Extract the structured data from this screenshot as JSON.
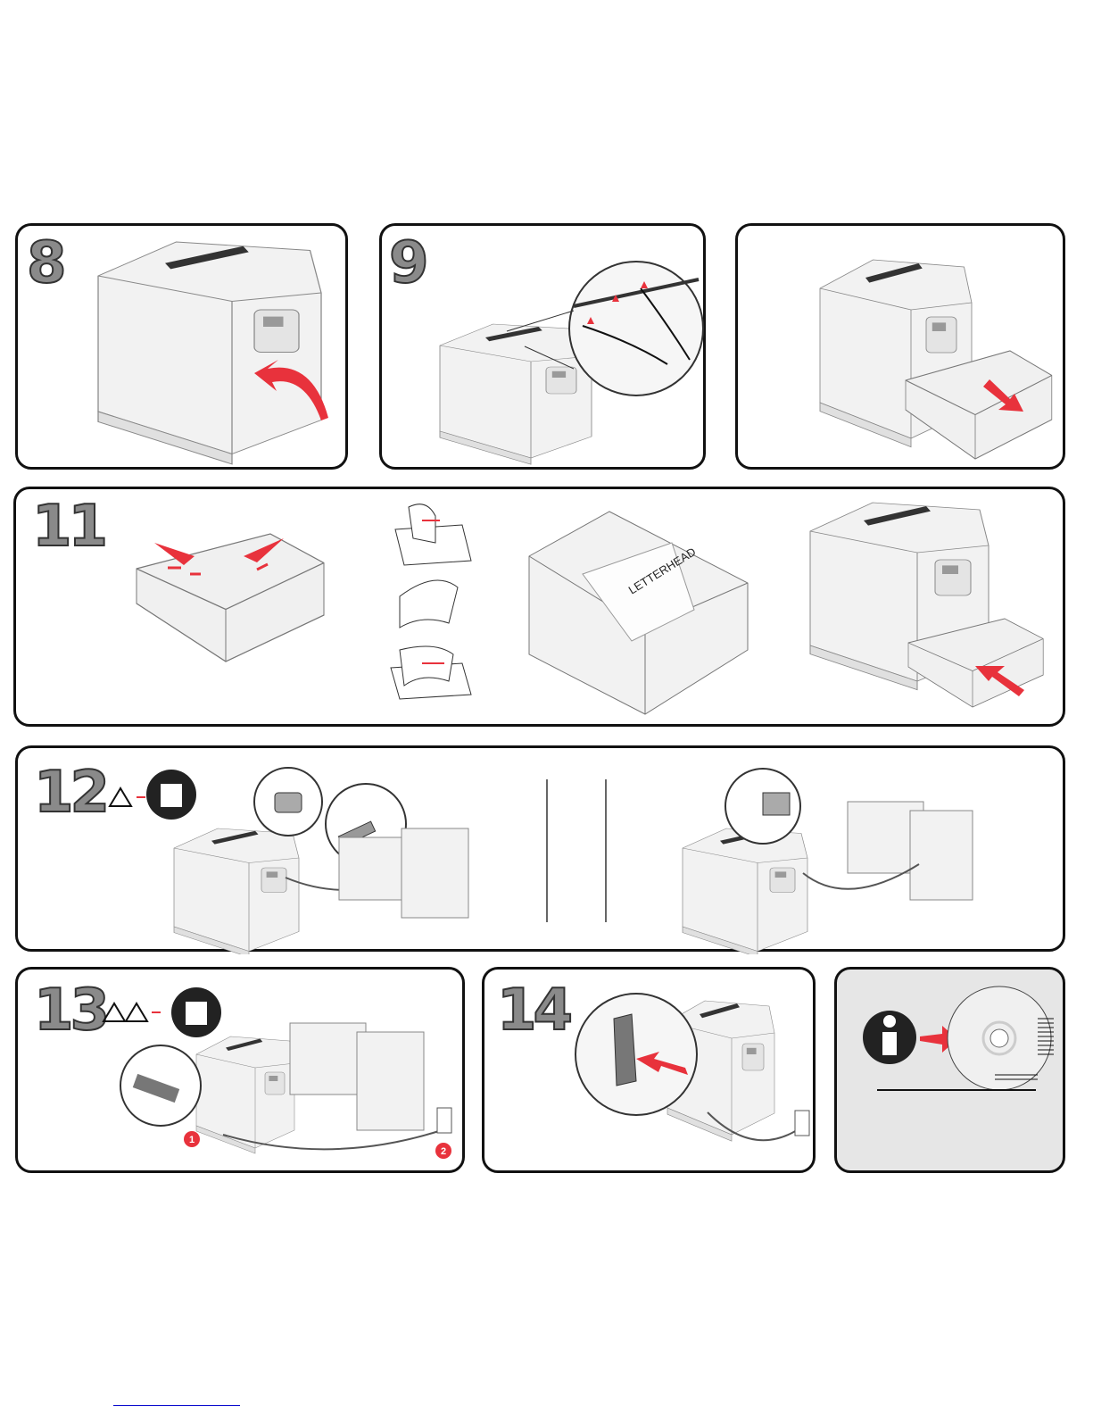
{
  "steps": {
    "s8": "8",
    "s9": "9",
    "s11": "11",
    "s12": "12",
    "s13": "13",
    "s14": "14"
  },
  "labels": {
    "letterhead": "LETTERHEAD",
    "callout_1": "1",
    "callout_2": "2"
  },
  "colors": {
    "accent": "#e8323c",
    "number_fill": "#8a8a8a",
    "info_panel_bg": "#e6e6e6"
  }
}
